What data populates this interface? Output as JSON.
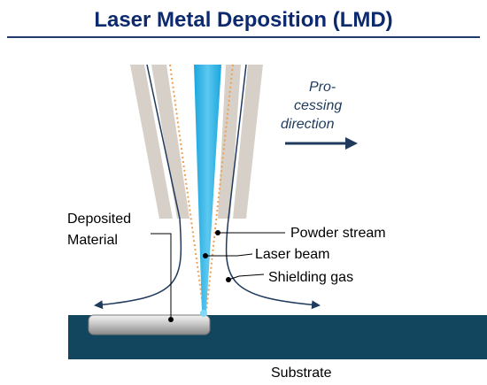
{
  "title": "Laser Metal Deposition (LMD)",
  "labels": {
    "deposited_line1": "Deposited",
    "deposited_line2": "Material",
    "powder_stream": "Powder stream",
    "laser_beam": "Laser beam",
    "shielding_gas": "Shielding gas",
    "substrate": "Substrate"
  },
  "direction": {
    "line1": "Pro-",
    "line2": "cessing",
    "line3": "direction"
  },
  "colors": {
    "title": "#0d2a6e",
    "rule": "#1f3b6e",
    "nozzle": "#d6d0c8",
    "laser": "#22aee4",
    "powder": "#f0a050",
    "substrate": "#12465e",
    "gas_lines": "#1f3a5c",
    "arrow": "#1f3a5c"
  }
}
